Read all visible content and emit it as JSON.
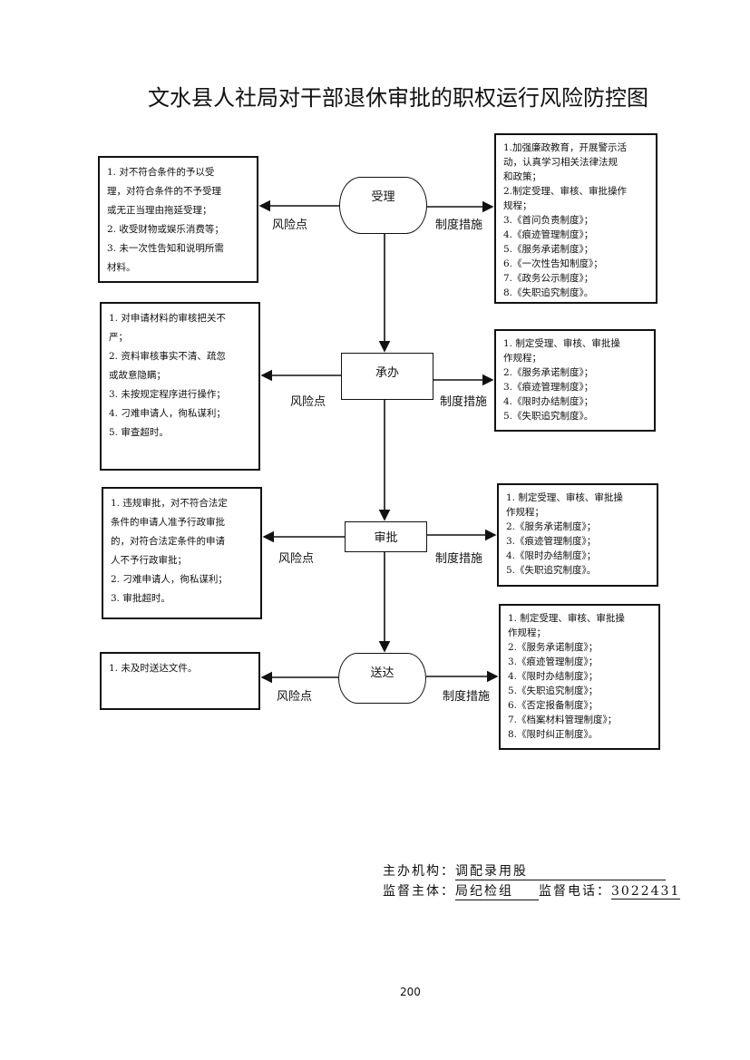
{
  "title": "文水县人社局对干部退休审批的职权运行风险防控图",
  "risk_label": "风险点",
  "measure_label": "制度措施",
  "steps": [
    {
      "name": "受理",
      "risks": [
        "1. 对不符合条件的予以受",
        "理，对符合条件的不予受理",
        "或无正当理由拖延受理；",
        "2. 收受财物或娱乐消费等；",
        "3. 未一次性告知和说明所需",
        "材料。"
      ],
      "measures": [
        "1.加强廉政教育，开展警示活",
        "动，认真学习相关法律法规",
        "和政策；",
        "2.制定受理、审核、审批操作",
        "规程；",
        "3.《首问负责制度》；",
        "4.《痕迹管理制度》；",
        "5.《服务承诺制度》；",
        "6.《一次性告知制度》；",
        "7.《政务公示制度》；",
        "8.《失职追究制度》。"
      ]
    },
    {
      "name": "承办",
      "risks": [
        "1. 对申请材料的审核把关不",
        "严；",
        "2. 资料审核事实不清、疏忽",
        "或故意隐瞒；",
        "3. 未按规定程序进行操作；",
        "4. 刁难申请人，徇私谋利；",
        "5. 审查超时。"
      ],
      "measures": [
        "1. 制定受理、审核、审批操",
        "作规程；",
        "2.《服务承诺制度》；",
        "3.《痕迹管理制度》；",
        "4.《限时办结制度》；",
        "5.《失职追究制度》。"
      ]
    },
    {
      "name": "审批",
      "risks": [
        "1. 违规审批，对不符合法定",
        "条件的申请人准予行政审批",
        "的，对符合法定条件的申请",
        "人不予行政审批；",
        "2. 刁难申请人，徇私谋利；",
        "3. 审批超时。"
      ],
      "measures": [
        "1. 制定受理、审核、审批操",
        "作规程；",
        "2.《服务承诺制度》；",
        "3.《痕迹管理制度》；",
        "4.《限时办结制度》；",
        "5.《失职追究制度》。"
      ]
    },
    {
      "name": "送达",
      "risks": [
        "1. 未及时送达文件。"
      ],
      "measures": [
        "1. 制定受理、审核、审批操",
        "作规程；",
        "2.《服务承诺制度》；",
        "3.《痕迹管理制度》；",
        "4.《限时办结制度》；",
        "5.《失职追究制度》；",
        "6.《否定报备制度》；",
        "7.《档案材料管理制度》；",
        "8.《限时纠正制度》。"
      ]
    }
  ],
  "footer": {
    "host_label": "主办机构：",
    "host_value": "调配录用股",
    "supervisor_label": "监督主体：",
    "supervisor_value": "局纪检组",
    "phone_label": "监督电话：",
    "phone_value": "3022431"
  },
  "page_number": "200"
}
